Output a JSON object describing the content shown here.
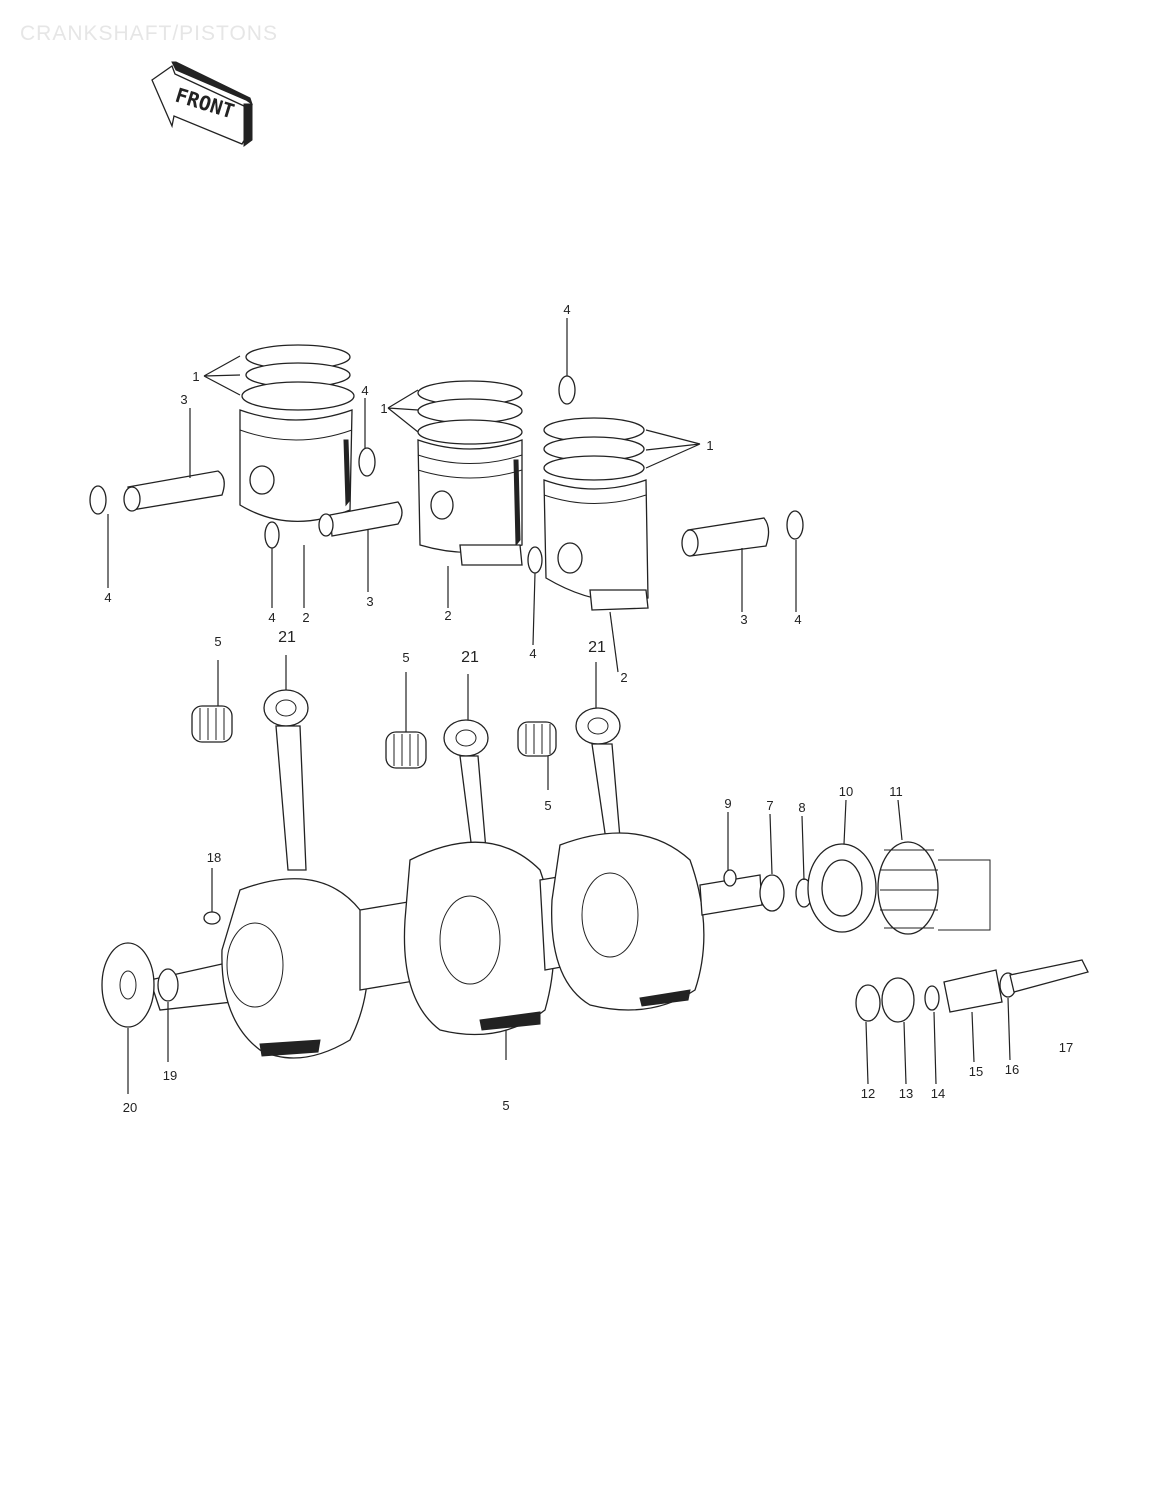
{
  "page": {
    "title": "CRANKSHAFT/PISTONS",
    "front_label": "FRONT"
  },
  "callouts": [
    {
      "id": "c-1a",
      "text": "1"
    },
    {
      "id": "c-3a",
      "text": "3"
    },
    {
      "id": "c-4a",
      "text": "4"
    },
    {
      "id": "c-1b",
      "text": "1"
    },
    {
      "id": "c-4b",
      "text": "4"
    },
    {
      "id": "c-1c",
      "text": "1"
    },
    {
      "id": "c-4c",
      "text": "4"
    },
    {
      "id": "c-4d",
      "text": "4"
    },
    {
      "id": "c-2a",
      "text": "2"
    },
    {
      "id": "c-3b",
      "text": "3"
    },
    {
      "id": "c-2b",
      "text": "2"
    },
    {
      "id": "c-4e",
      "text": "4"
    },
    {
      "id": "c-3c",
      "text": "3"
    },
    {
      "id": "c-4f",
      "text": "4"
    },
    {
      "id": "c-2c",
      "text": "2"
    },
    {
      "id": "c-5a",
      "text": "5"
    },
    {
      "id": "c-21a",
      "text": "21"
    },
    {
      "id": "c-5b",
      "text": "5"
    },
    {
      "id": "c-21b",
      "text": "21"
    },
    {
      "id": "c-21c",
      "text": "21"
    },
    {
      "id": "c-5c",
      "text": "5"
    },
    {
      "id": "c-10",
      "text": "10"
    },
    {
      "id": "c-11",
      "text": "11"
    },
    {
      "id": "c-9",
      "text": "9"
    },
    {
      "id": "c-7",
      "text": "7"
    },
    {
      "id": "c-8",
      "text": "8"
    },
    {
      "id": "c-18",
      "text": "18"
    },
    {
      "id": "c-19",
      "text": "19"
    },
    {
      "id": "c-20",
      "text": "20"
    },
    {
      "id": "c-5d",
      "text": "5"
    },
    {
      "id": "c-17a",
      "text": "17"
    },
    {
      "id": "c-12",
      "text": "12"
    },
    {
      "id": "c-13",
      "text": "13"
    },
    {
      "id": "c-14",
      "text": "14"
    },
    {
      "id": "c-15",
      "text": "15"
    },
    {
      "id": "c-16",
      "text": "16"
    }
  ]
}
